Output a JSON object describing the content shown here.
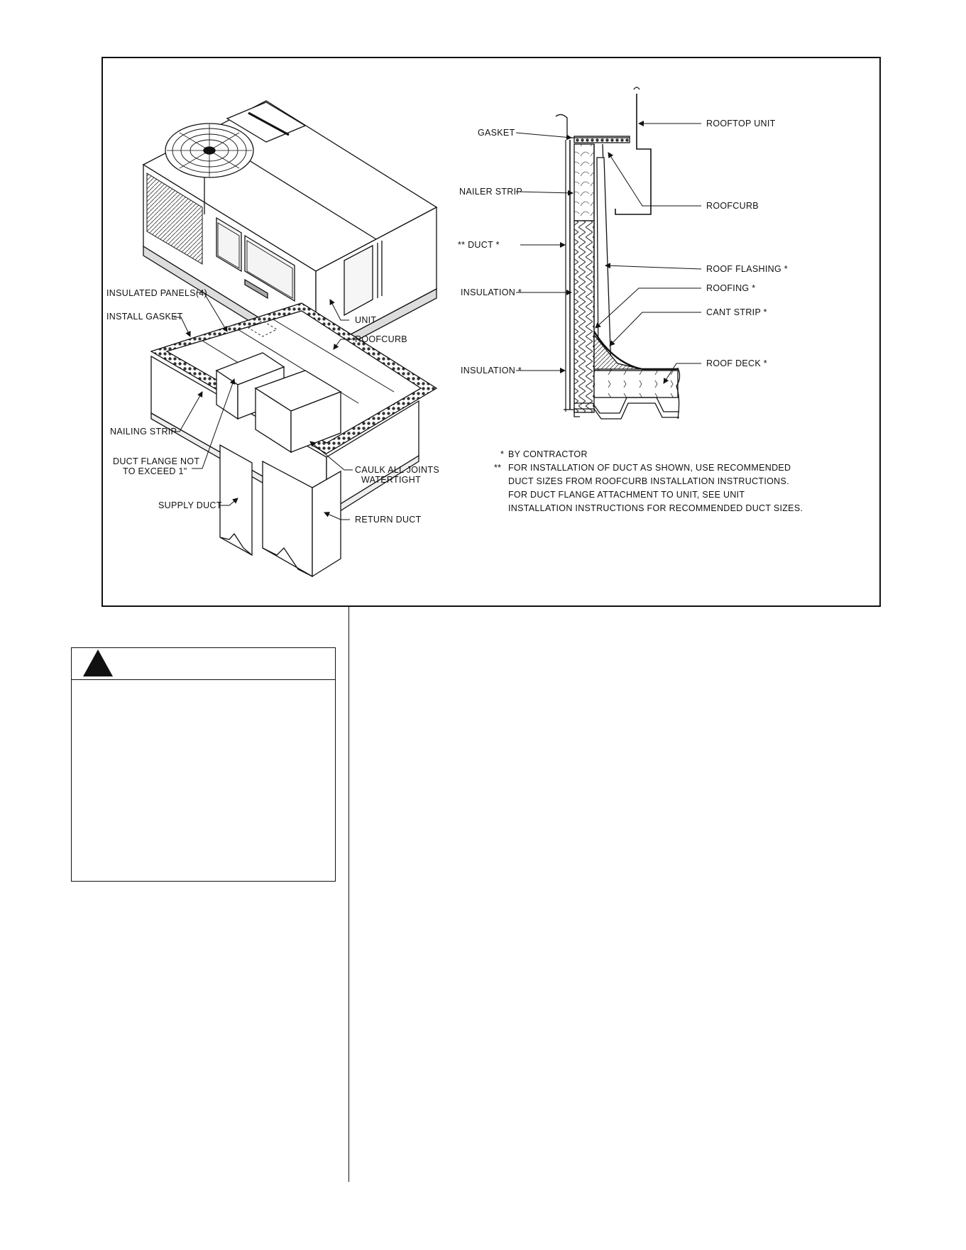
{
  "figure": {
    "unit_labels": {
      "insulated_panels": "INSULATED  PANELS(4)",
      "install_gasket": "INSTALL  GASKET",
      "unit": "UNIT",
      "roofcurb": "ROOFCURB",
      "nailing_strip": "NAILING  STRIP",
      "duct_flange_line1": "DUCT FLANGE NOT",
      "duct_flange_line2": "TO EXCEED 1\"",
      "caulk_line1": "CAULK  ALL  JOINTS",
      "caulk_line2": "WATERTIGHT",
      "supply_duct": "SUPPLY  DUCT",
      "return_duct": "RETURN  DUCT"
    },
    "section_labels": {
      "gasket": "GASKET",
      "rooftop_unit": "ROOFTOP  UNIT",
      "nailer_strip": "NAILER  STRIP",
      "roofcurb": "ROOFCURB",
      "duct": "**  DUCT  *",
      "roof_flashing": "ROOF  FLASHING   *",
      "insulation_upper": "INSULATION  *",
      "roofing": "ROOFING  *",
      "cant_strip": "CANT  STRIP  *",
      "insulation_lower": "INSULATION  *",
      "roof_deck": "ROOF  DECK  *"
    },
    "notes": {
      "note1_mark": "*",
      "note1_text": "BY  CONTRACTOR",
      "note2_mark": "**",
      "note2_line1": "FOR  INSTALLATION  OF  DUCT  AS  SHOWN, USE  RECOMMENDED",
      "note2_line2": "DUCT  SIZES  FROM  ROOFCURB  INSTALLATION  INSTRUCTIONS.",
      "note2_line3": "FOR  DUCT  FLANGE  ATTACHMENT  TO  UNIT, SEE  UNIT",
      "note2_line4": "INSTALLATION  INSTRUCTIONS  FOR  RECOMMENDED  DUCT  SIZES."
    }
  },
  "warning": {
    "label": ""
  }
}
